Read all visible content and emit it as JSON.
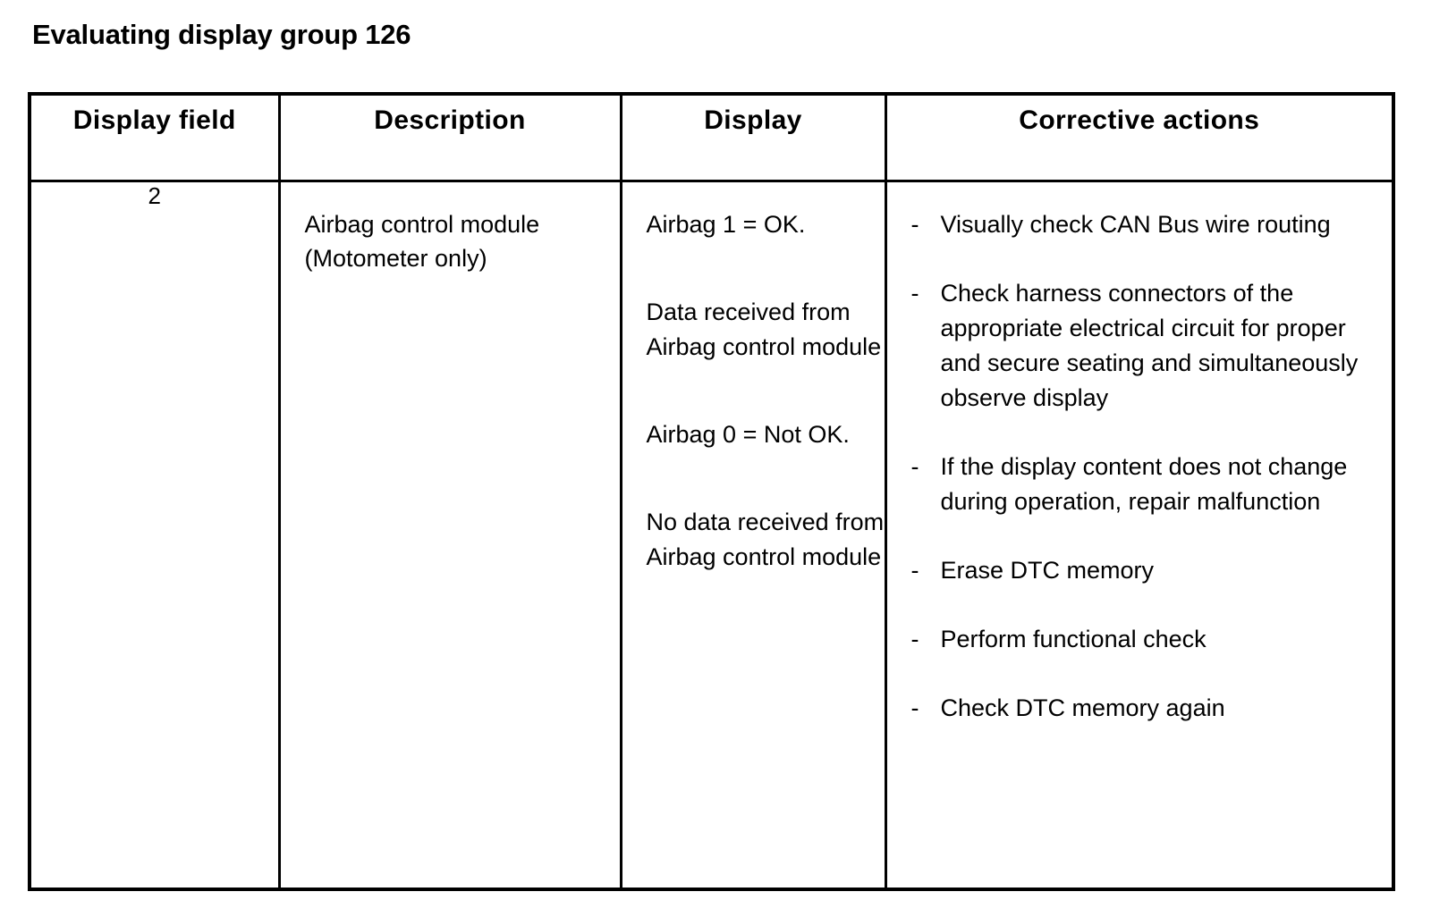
{
  "document": {
    "title": "Evaluating display group 126"
  },
  "table": {
    "headers": [
      "Display field",
      "Description",
      "Display",
      "Corrective actions"
    ],
    "rows": [
      {
        "display_field": "2",
        "description": "Airbag control module\n(Motometer only)",
        "description_lines": [
          "Airbag control module",
          "(Motometer only)"
        ],
        "display_entries": [
          "Airbag 1 = OK.",
          "Data received from Airbag control module",
          "Airbag 0 = Not OK.",
          "No data received from Airbag control module"
        ],
        "corrective_actions": [
          "Visually check CAN Bus wire routing",
          "Check harness connectors of the appropriate electrical circuit for proper and secure seating and simultaneously observe display",
          "If the display content does not change during operation, repair malfunction",
          "Erase DTC memory",
          "Perform functional check",
          "Check DTC memory again"
        ],
        "bullet_dash": "-"
      }
    ]
  },
  "colors": {
    "ink": "#000000",
    "page": "#ffffff"
  }
}
